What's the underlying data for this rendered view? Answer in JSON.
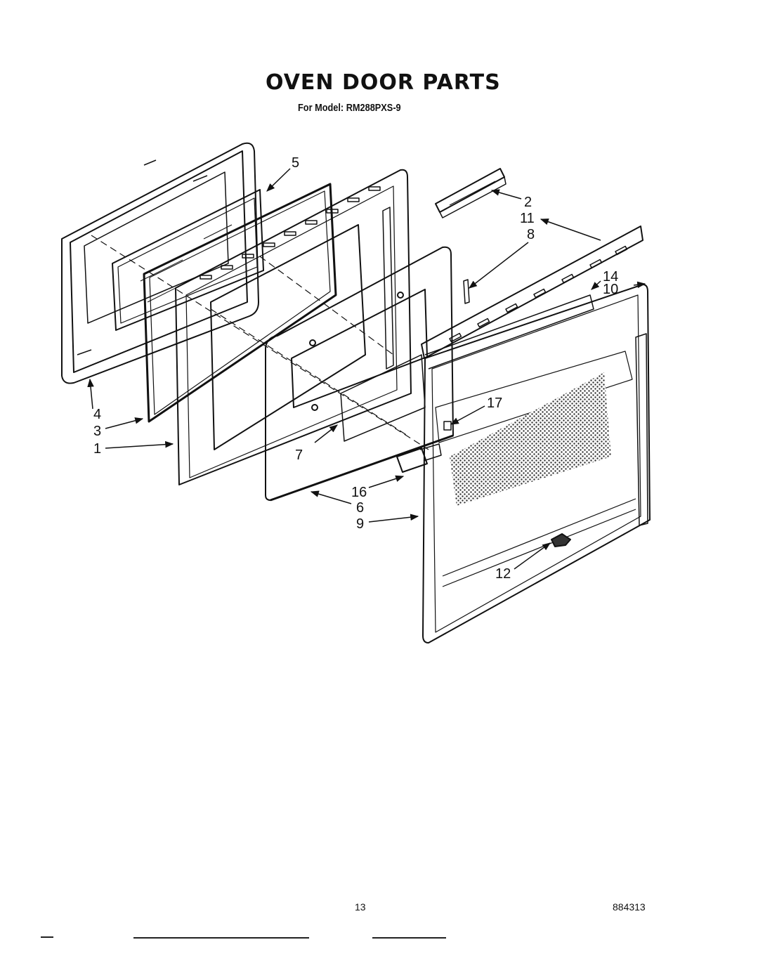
{
  "header": {
    "title": "OVEN DOOR PARTS",
    "subtitle": "For Model: RM288PXS-9"
  },
  "callouts": {
    "c1": "1",
    "c2": "2",
    "c3": "3",
    "c4": "4",
    "c5": "5",
    "c6": "6",
    "c7": "7",
    "c8": "8",
    "c9": "9",
    "c10": "10",
    "c11": "11",
    "c12": "12",
    "c14": "14",
    "c16": "16",
    "c17": "17"
  },
  "footer": {
    "page_number": "13",
    "doc_number": "884313"
  }
}
